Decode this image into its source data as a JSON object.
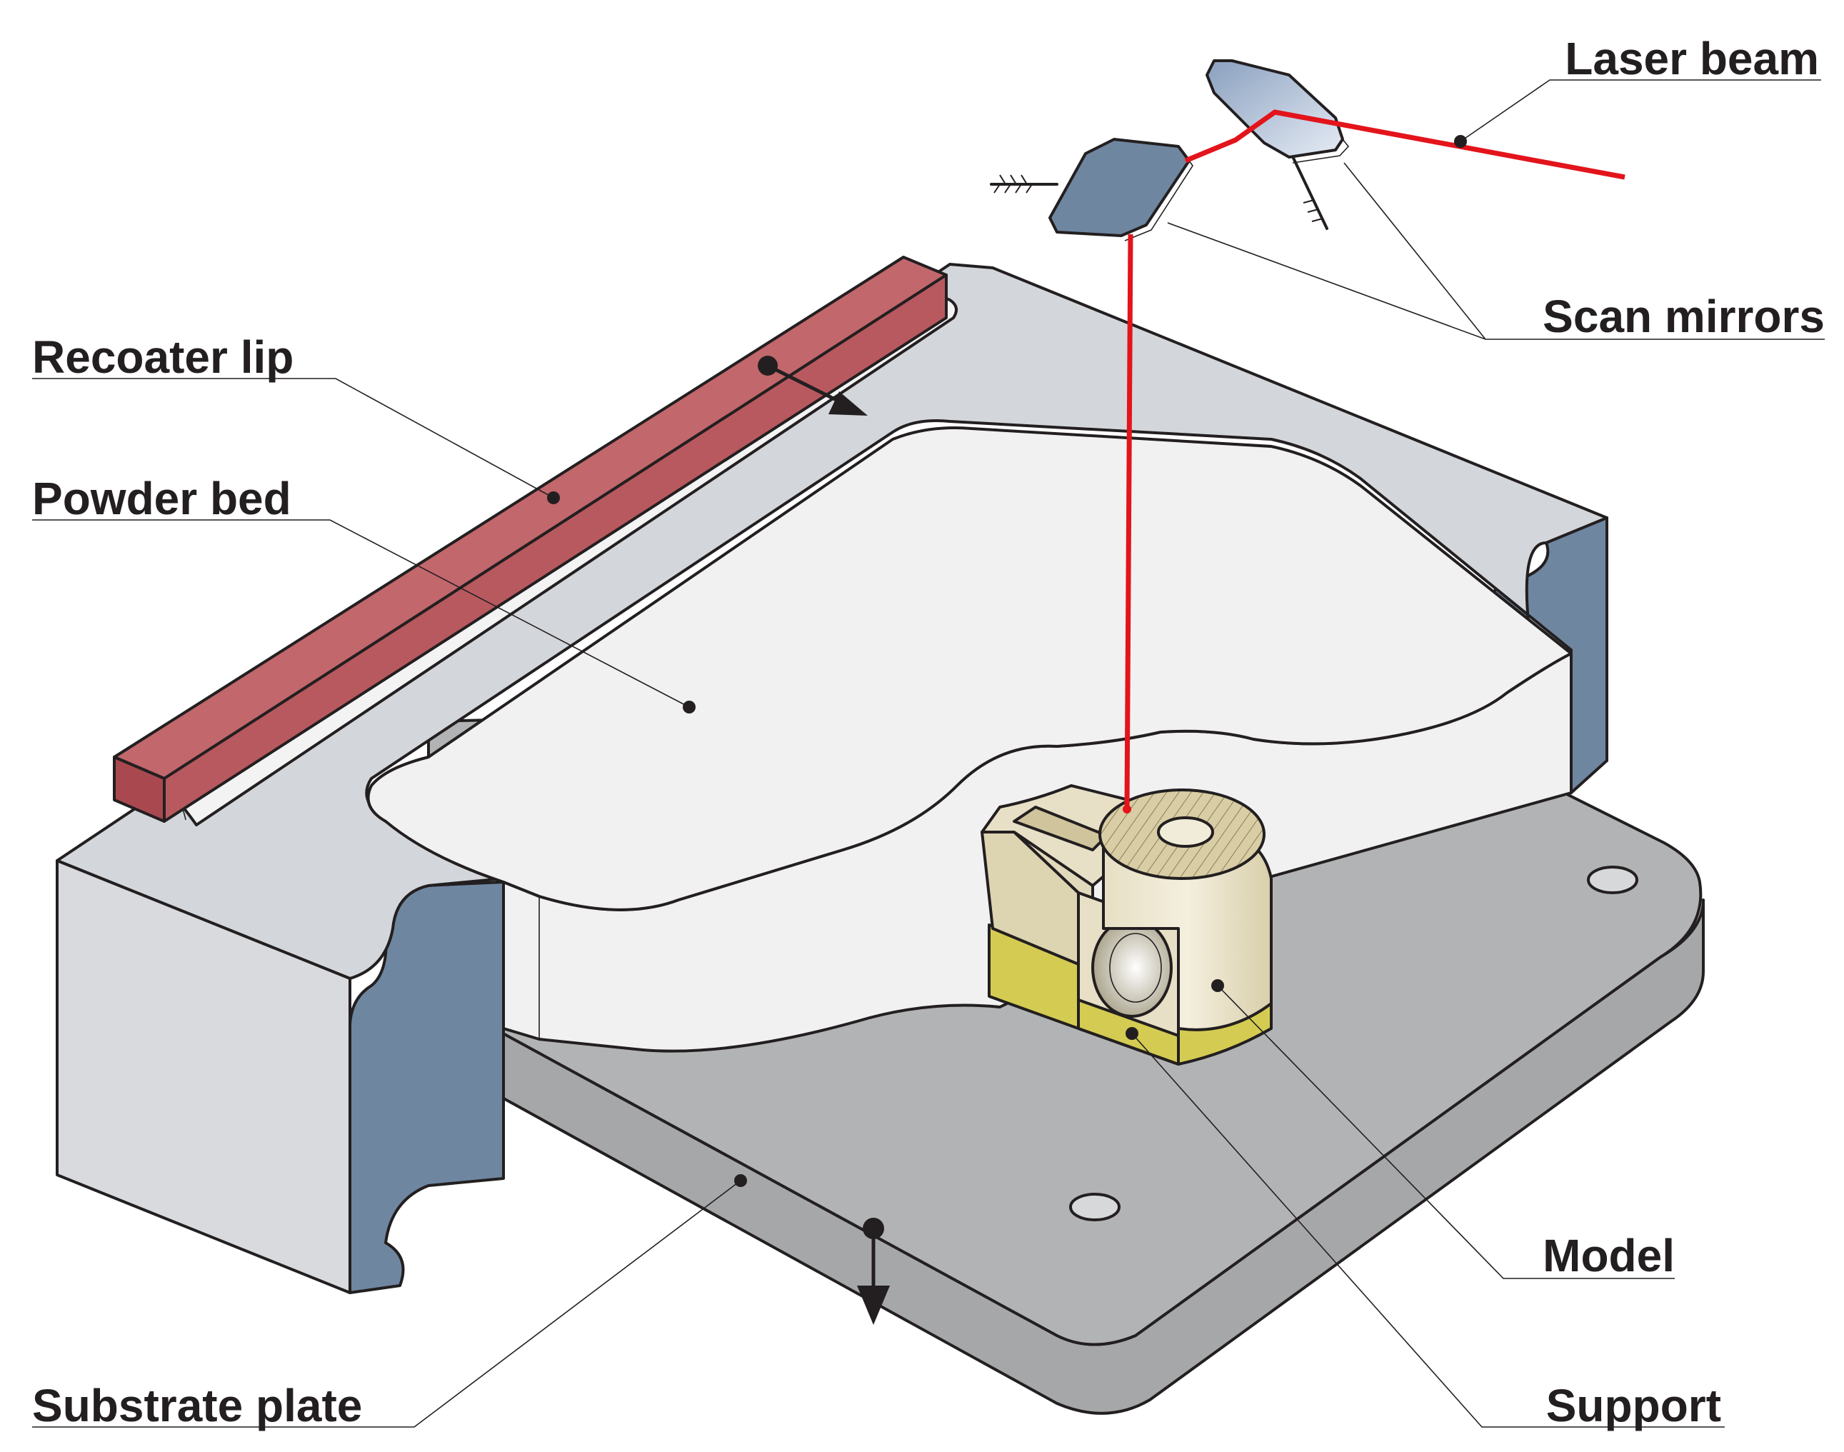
{
  "labels": {
    "laser_beam": "Laser beam",
    "scan_mirrors": "Scan mirrors",
    "recoater_lip": "Recoater lip",
    "powder_bed": "Powder bed",
    "model": "Model",
    "support": "Support",
    "substrate_plate": "Substrate plate"
  },
  "colors": {
    "laser": "#e3141b",
    "recoater": "#c2676c",
    "chamber_top": "#d3d6da",
    "chamber_side": "#d8dade",
    "chamber_cut": "#6f86a0",
    "powder": "#f1f1f1",
    "plate": "#b2b3b4",
    "model": "#ddd4b2",
    "support": "#d4cc52",
    "mirror_dark": "#6f86a0",
    "mirror_light": "#9bb0cc",
    "outline": "#231f20"
  }
}
